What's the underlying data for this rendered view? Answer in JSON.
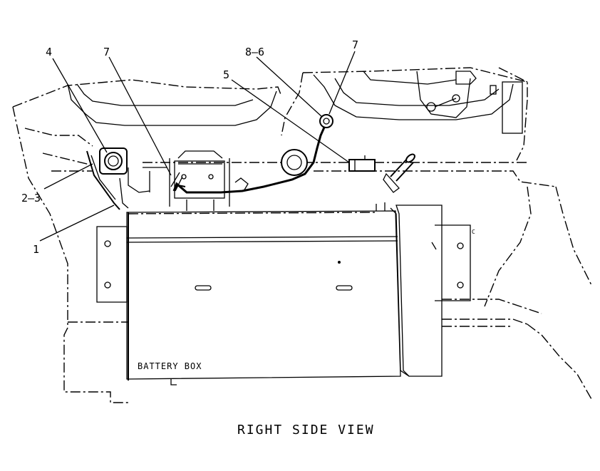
{
  "diagram": {
    "caption": "RIGHT SIDE VIEW",
    "box_label": "BATTERY BOX",
    "small_mark": "C",
    "callouts": [
      {
        "id": "callout-4",
        "text": "4"
      },
      {
        "id": "callout-7-left",
        "text": "7"
      },
      {
        "id": "callout-8-6",
        "text": "8–6"
      },
      {
        "id": "callout-7-right",
        "text": "7"
      },
      {
        "id": "callout-5",
        "text": "5"
      },
      {
        "id": "callout-2-3",
        "text": "2–3"
      },
      {
        "id": "callout-1",
        "text": "1"
      }
    ]
  }
}
